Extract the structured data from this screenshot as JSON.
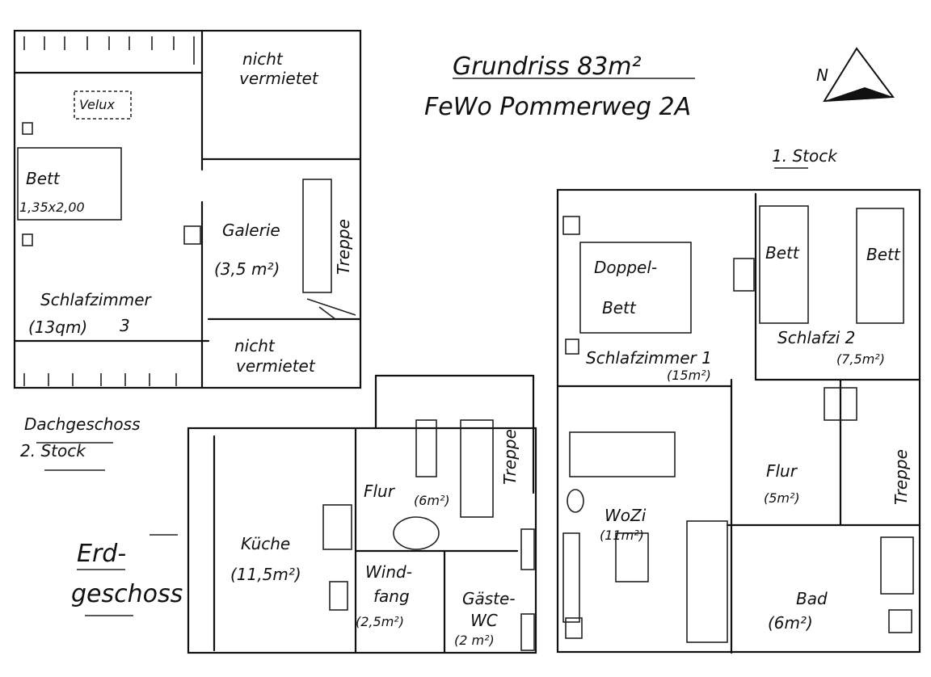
{
  "title": {
    "line1": "Grundriss 83m²",
    "line2": "FeWo Pommerweg 2A"
  },
  "north_arrow": "N",
  "floors": {
    "attic": {
      "label1": "Dachgeschoss",
      "label2": "2. Stock",
      "velux": "Velux",
      "bed": {
        "label": "Bett",
        "size": "1,35x2,00"
      },
      "gallery": {
        "label": "Galerie",
        "area": "(3,5 m²)"
      },
      "stairs": "Treppe",
      "not_rented_top": {
        "l1": "nicht",
        "l2": "vermietet"
      },
      "not_rented_bottom": {
        "l1": "nicht",
        "l2": "vermietet"
      },
      "bedroom": {
        "label": "Schlafzimmer",
        "area": "(13qm)",
        "number": "3"
      }
    },
    "ground": {
      "label1": "Erd-",
      "label2": "geschoss",
      "kitchen": {
        "label": "Küche",
        "area": "(11,5m²)"
      },
      "hall": {
        "label": "Flur",
        "area": "(6m²)"
      },
      "stairs": "Treppe",
      "vestibule": {
        "l1": "Wind-",
        "l2": "fang",
        "area": "(2,5m²)"
      },
      "wc": {
        "l1": "Gäste-",
        "l2": "WC",
        "area": "(2 m²)"
      }
    },
    "first": {
      "label": "1. Stock",
      "double_bed": {
        "l1": "Doppel-",
        "l2": "Bett"
      },
      "bedroom1": {
        "label": "Schlafzimmer 1",
        "area": "(15m²)"
      },
      "bed_a": "Bett",
      "bed_b": "Bett",
      "bedroom2": {
        "label": "Schlafzi 2",
        "area": "(7,5m²)"
      },
      "hall": {
        "label": "Flur",
        "area": "(5m²)"
      },
      "stairs": "Treppe",
      "living": {
        "label": "WoZi",
        "area": "(11m²)"
      },
      "bath": {
        "label": "Bad",
        "area": "(6m²)"
      }
    }
  }
}
